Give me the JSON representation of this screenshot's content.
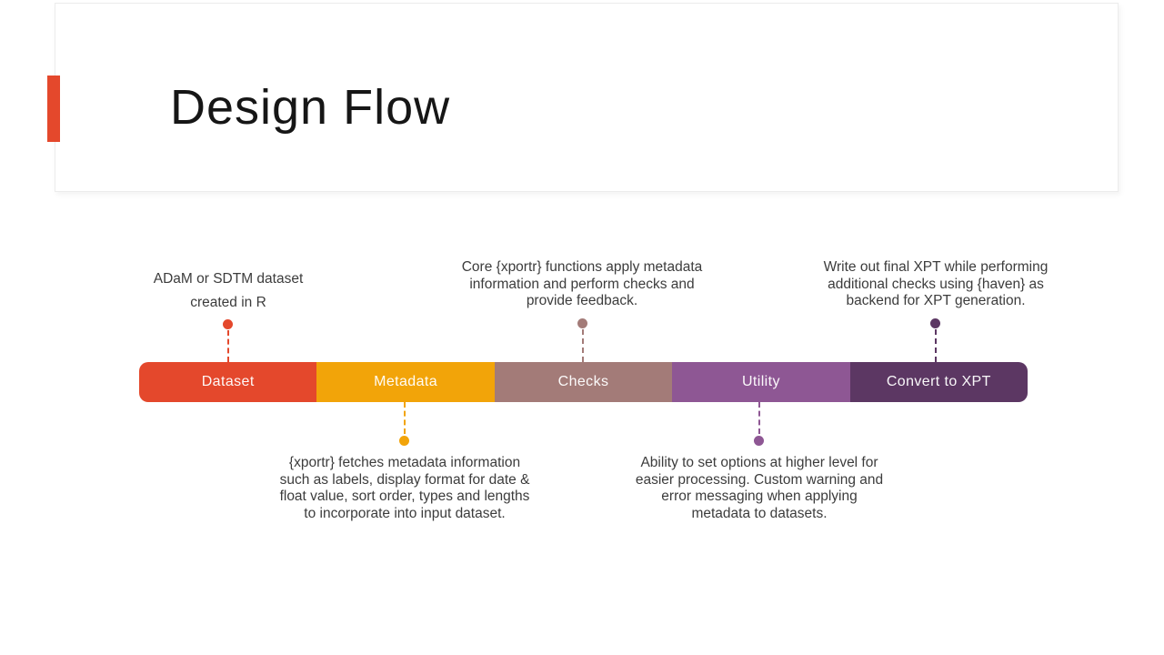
{
  "slide": {
    "title": "Design Flow",
    "accent_color": "#E4482C",
    "background": "#ffffff"
  },
  "flow": {
    "segments": [
      {
        "label": "Dataset",
        "color": "#E4482C",
        "note_position": "top",
        "note": "ADaM or SDTM dataset\ncreated in R"
      },
      {
        "label": "Metadata",
        "color": "#F2A409",
        "note_position": "bottom",
        "note": "{xportr} fetches metadata information\nsuch as labels, display format for date &\nfloat value, sort order, types and lengths\nto incorporate into input dataset."
      },
      {
        "label": "Checks",
        "color": "#A37B78",
        "note_position": "top",
        "note": "Core {xportr} functions apply metadata\ninformation and perform checks and\nprovide feedback."
      },
      {
        "label": "Utility",
        "color": "#8E5794",
        "note_position": "bottom",
        "note": "Ability to set options at higher level for\neasier processing. Custom warning and\nerror messaging when applying\nmetadata to datasets."
      },
      {
        "label": "Convert to XPT",
        "color": "#5C3763",
        "note_position": "top",
        "note": "Write out final XPT while performing\nadditional checks using {haven} as\nbackend for XPT generation."
      }
    ]
  }
}
